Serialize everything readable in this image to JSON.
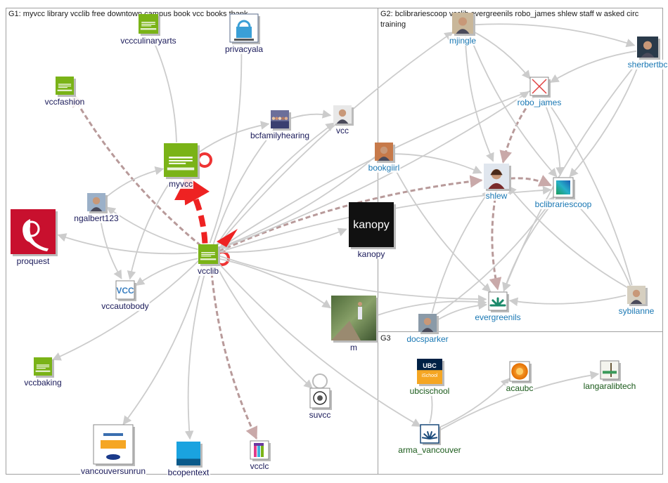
{
  "groups": [
    {
      "id": "G1",
      "label": "G1: myvcc library vcclib free downtown campus book vcc books thank"
    },
    {
      "id": "G2",
      "label": "G2: bclibrariescoop vcclib evergreenils robo_james shlew staff w asked circ training"
    },
    {
      "id": "G3",
      "label": "G3"
    }
  ],
  "colors": {
    "g1_text": "#1a1a5a",
    "g2_text": "#1a78b4",
    "g3_text": "#1a5a1a",
    "edge": "#cccccc",
    "edge_strong": "#b89a9a",
    "edge_red": "#ee2222",
    "border": "#999999"
  },
  "nodes": [
    {
      "id": "vccculinaryarts",
      "label": "vccculinaryarts",
      "group": "G1",
      "icon": "green-college-logo"
    },
    {
      "id": "privacyala",
      "label": "privacyala",
      "group": "G1",
      "icon": "privacy-lock-logo"
    },
    {
      "id": "vccfashion",
      "label": "vccfashion",
      "group": "G1",
      "icon": "green-college-logo"
    },
    {
      "id": "bcfamilyhearing",
      "label": "bcfamilyhearing",
      "group": "G1",
      "icon": "group-photo"
    },
    {
      "id": "vcc",
      "label": "vcc",
      "group": "G1",
      "icon": "person-photo"
    },
    {
      "id": "myvcc",
      "label": "myvcc",
      "group": "G1",
      "icon": "green-college-logo"
    },
    {
      "id": "ngalbert123",
      "label": "ngalbert123",
      "group": "G1",
      "icon": "person-photo"
    },
    {
      "id": "proquest",
      "label": "proquest",
      "group": "G1",
      "icon": "proquest-logo"
    },
    {
      "id": "vcclib",
      "label": "vcclib",
      "group": "G1",
      "icon": "green-college-logo"
    },
    {
      "id": "kanopy",
      "label": "kanopy",
      "group": "G1",
      "icon": "kanopy-logo"
    },
    {
      "id": "vccautobody",
      "label": "vccautobody",
      "group": "G1",
      "icon": "vcc-logo"
    },
    {
      "id": "m",
      "label": "m",
      "group": "G1",
      "icon": "forest-photo"
    },
    {
      "id": "vccbaking",
      "label": "vccbaking",
      "group": "G1",
      "icon": "green-college-logo"
    },
    {
      "id": "suvcc",
      "label": "suvcc",
      "group": "G1",
      "icon": "seal-logo"
    },
    {
      "id": "vancouversunrun",
      "label": "vancouversunrun",
      "group": "G1",
      "icon": "sunrun-logo"
    },
    {
      "id": "bcopentext",
      "label": "bcopentext",
      "group": "G1",
      "icon": "opened-logo"
    },
    {
      "id": "vcclc",
      "label": "vcclc",
      "group": "G1",
      "icon": "vcclc-logo"
    },
    {
      "id": "mjingle",
      "label": "mjingle",
      "group": "G2",
      "icon": "person-photo"
    },
    {
      "id": "sherbertbc",
      "label": "sherbertbc",
      "group": "G2",
      "icon": "person-photo"
    },
    {
      "id": "robo_james",
      "label": "robo_james",
      "group": "G2",
      "icon": "broken-image"
    },
    {
      "id": "bookgiirl",
      "label": "bookgiirl",
      "group": "G2",
      "icon": "person-photo"
    },
    {
      "id": "shlew",
      "label": "shlew",
      "group": "G2",
      "icon": "person-photo"
    },
    {
      "id": "bclibrariescoop",
      "label": "bclibrariescoop",
      "group": "G2",
      "icon": "gradient-square-logo"
    },
    {
      "id": "evergreenils",
      "label": "evergreenils",
      "group": "G2",
      "icon": "evergreen-logo"
    },
    {
      "id": "docsparker",
      "label": "docsparker",
      "group": "G2",
      "icon": "person-photo"
    },
    {
      "id": "sybilanne",
      "label": "sybilanne",
      "group": "G2",
      "icon": "person-photo"
    },
    {
      "id": "ubcischool",
      "label": "ubcischool",
      "group": "G3",
      "icon": "ubc-school-logo",
      "logo_text": [
        "UBC",
        "iSchool"
      ]
    },
    {
      "id": "acaubc",
      "label": "acaubc",
      "group": "G3",
      "icon": "orange-flower-logo"
    },
    {
      "id": "langaralibtech",
      "label": "langaralibtech",
      "group": "G3",
      "icon": "drawing-logo"
    },
    {
      "id": "arma_vancouver",
      "label": "arma_vancouver",
      "group": "G3",
      "icon": "arma-logo"
    }
  ],
  "edges": [
    {
      "from": "vcclib",
      "to": "myvcc",
      "style": "red-dashed-heavy"
    },
    {
      "from": "vcclib",
      "to": "vcclib",
      "style": "red-self-loop"
    },
    {
      "from": "myvcc",
      "to": "myvcc",
      "style": "red-self-loop"
    },
    {
      "from": "vcclib",
      "to": "vccfashion",
      "style": "strong-dashed"
    },
    {
      "from": "vcclib",
      "to": "vcclc",
      "style": "strong-dashed"
    },
    {
      "from": "vcclib",
      "to": "shlew",
      "style": "strong-dashed"
    },
    {
      "from": "shlew",
      "to": "evergreenils",
      "style": "strong-dashed"
    },
    {
      "from": "shlew",
      "to": "bclibrariescoop",
      "style": "strong-dashed"
    },
    {
      "from": "robo_james",
      "to": "shlew",
      "style": "strong-dashed"
    },
    {
      "from": "vcclib",
      "to": "proquest",
      "style": "normal"
    },
    {
      "from": "vcclib",
      "to": "kanopy",
      "style": "normal"
    },
    {
      "from": "vcclib",
      "to": "m",
      "style": "normal"
    },
    {
      "from": "vcclib",
      "to": "suvcc",
      "style": "normal"
    },
    {
      "from": "vcclib",
      "to": "vancouversunrun",
      "style": "normal"
    },
    {
      "from": "vcclib",
      "to": "bcopentext",
      "style": "normal"
    },
    {
      "from": "vcclib",
      "to": "vccbaking",
      "style": "normal"
    },
    {
      "from": "vcclib",
      "to": "vccautobody",
      "style": "normal"
    },
    {
      "from": "vcclib",
      "to": "vcc",
      "style": "normal"
    },
    {
      "from": "vcclib",
      "to": "privacyala",
      "style": "normal"
    },
    {
      "from": "vcclib",
      "to": "bcfamilyhearing",
      "style": "normal"
    },
    {
      "from": "vcclib",
      "to": "evergreenils",
      "style": "normal"
    },
    {
      "from": "vcclib",
      "to": "bclibrariescoop",
      "style": "normal"
    },
    {
      "from": "vcclib",
      "to": "robo_james",
      "style": "normal"
    },
    {
      "from": "vcclib",
      "to": "mjingle",
      "style": "normal"
    },
    {
      "from": "vcclib",
      "to": "arma_vancouver",
      "style": "normal"
    },
    {
      "from": "vcclib",
      "to": "ngalbert123",
      "style": "normal"
    },
    {
      "from": "myvcc",
      "to": "vccculinaryarts",
      "style": "normal"
    },
    {
      "from": "myvcc",
      "to": "bcfamilyhearing",
      "style": "normal"
    },
    {
      "from": "myvcc",
      "to": "vccautobody",
      "style": "normal"
    },
    {
      "from": "ngalbert123",
      "to": "myvcc",
      "style": "normal"
    },
    {
      "from": "ngalbert123",
      "to": "vccautobody",
      "style": "normal"
    },
    {
      "from": "bcfamilyhearing",
      "to": "vcc",
      "style": "normal"
    },
    {
      "from": "suvcc",
      "to": "suvcc",
      "style": "self-loop"
    },
    {
      "from": "bookgiirl",
      "to": "shlew",
      "style": "normal"
    },
    {
      "from": "bookgiirl",
      "to": "evergreenils",
      "style": "normal"
    },
    {
      "from": "bookgiirl",
      "to": "vcclib",
      "style": "normal"
    },
    {
      "from": "mjingle",
      "to": "shlew",
      "style": "normal"
    },
    {
      "from": "mjingle",
      "to": "robo_james",
      "style": "normal"
    },
    {
      "from": "mjingle",
      "to": "bclibrariescoop",
      "style": "normal"
    },
    {
      "from": "mjingle",
      "to": "sherbertbc",
      "style": "normal"
    },
    {
      "from": "sherbertbc",
      "to": "robo_james",
      "style": "normal"
    },
    {
      "from": "sherbertbc",
      "to": "bclibrariescoop",
      "style": "normal"
    },
    {
      "from": "sherbertbc",
      "to": "evergreenils",
      "style": "normal"
    },
    {
      "from": "robo_james",
      "to": "bclibrariescoop",
      "style": "normal"
    },
    {
      "from": "robo_james",
      "to": "vcclib",
      "style": "normal"
    },
    {
      "from": "sybilanne",
      "to": "shlew",
      "style": "normal"
    },
    {
      "from": "sybilanne",
      "to": "bclibrariescoop",
      "style": "normal"
    },
    {
      "from": "sybilanne",
      "to": "evergreenils",
      "style": "normal"
    },
    {
      "from": "sybilanne",
      "to": "robo_james",
      "style": "normal"
    },
    {
      "from": "docsparker",
      "to": "shlew",
      "style": "normal"
    },
    {
      "from": "docsparker",
      "to": "bclibrariescoop",
      "style": "normal"
    },
    {
      "from": "docsparker",
      "to": "evergreenils",
      "style": "normal"
    },
    {
      "from": "bclibrariescoop",
      "to": "evergreenils",
      "style": "normal"
    },
    {
      "from": "m",
      "to": "evergreenils",
      "style": "normal"
    },
    {
      "from": "arma_vancouver",
      "to": "acaubc",
      "style": "normal"
    },
    {
      "from": "arma_vancouver",
      "to": "langaralibtech",
      "style": "normal"
    },
    {
      "from": "arma_vancouver",
      "to": "ubcischool",
      "style": "normal"
    }
  ]
}
